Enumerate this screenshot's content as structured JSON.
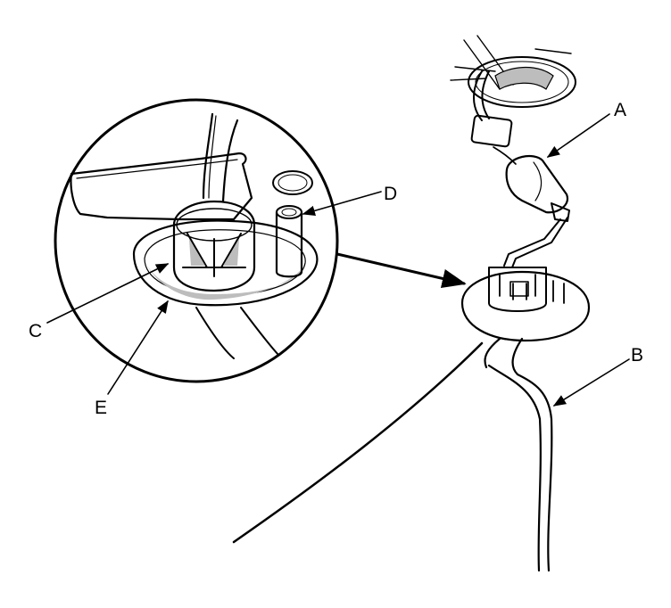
{
  "callouts": {
    "a": "A",
    "b": "B",
    "c": "C",
    "d": "D",
    "e": "E"
  },
  "colors": {
    "line": "#000000",
    "background": "#ffffff",
    "shading": "#bdbdbd"
  }
}
